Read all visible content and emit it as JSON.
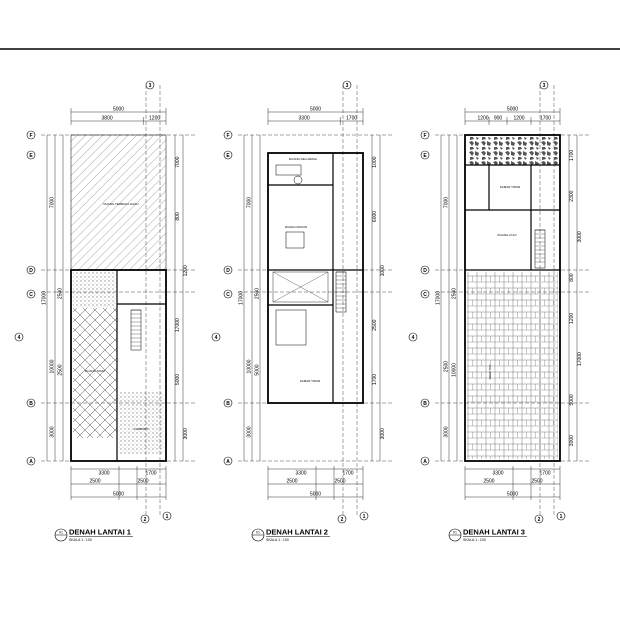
{
  "plans": [
    {
      "id": "lantai1",
      "title": "DENAH LANTAI 1",
      "scale": "SKALA   1 : 100",
      "detail_no": "01",
      "top_dims": [
        "5000",
        "3800",
        "1200"
      ],
      "bottom_dims": [
        "3300",
        "1700",
        "2500",
        "2500",
        "5000"
      ],
      "left_dims": [
        "7000",
        "2500",
        "10000",
        "2500",
        "17000",
        "3000"
      ],
      "right_dims": [
        "7000",
        "800",
        "1200",
        "17000",
        "5000",
        "3000"
      ],
      "rooms": [
        "RUANG TERBUKA HIJAU",
        "RUANG TAMU",
        "CARPORT"
      ],
      "grid": [
        "A",
        "B",
        "C",
        "D",
        "E",
        "F",
        "1",
        "2",
        "3",
        "4"
      ]
    },
    {
      "id": "lantai2",
      "title": "DENAH LANTAI 2",
      "scale": "SKALA   1 : 100",
      "detail_no": "01",
      "top_dims": [
        "5000",
        "3300",
        "1700"
      ],
      "bottom_dims": [
        "3300",
        "1700",
        "2500",
        "2500",
        "5000"
      ],
      "left_dims": [
        "7000",
        "2500",
        "10000",
        "5000",
        "17000",
        "3000"
      ],
      "right_dims": [
        "1000",
        "6000",
        "1000",
        "2500",
        "1700",
        "3000"
      ],
      "rooms": [
        "RUANG KELUARGA",
        "RUANG MAKAN",
        "KAMAR TIDUR"
      ],
      "grid": [
        "A",
        "B",
        "C",
        "D",
        "E",
        "F",
        "1",
        "2",
        "3",
        "4"
      ]
    },
    {
      "id": "lantai3",
      "title": "DENAH LANTAI 3",
      "scale": "SKALA   1 : 100",
      "detail_no": "01",
      "top_dims": [
        "5000",
        "1200",
        "900",
        "1200",
        "1700"
      ],
      "bottom_dims": [
        "3300",
        "1700",
        "2500",
        "2500",
        "5000"
      ],
      "left_dims": [
        "7000",
        "2500",
        "2500",
        "10000",
        "17000",
        "3000"
      ],
      "right_dims": [
        "1700",
        "2300",
        "3000",
        "800",
        "1200",
        "17000",
        "5000",
        "3000"
      ],
      "rooms": [
        "KAMAR TIDUR",
        "RUANG CUCI",
        "ROOFTOP"
      ],
      "grid": [
        "A",
        "B",
        "C",
        "D",
        "E",
        "F",
        "1",
        "2",
        "3",
        "4"
      ]
    }
  ]
}
